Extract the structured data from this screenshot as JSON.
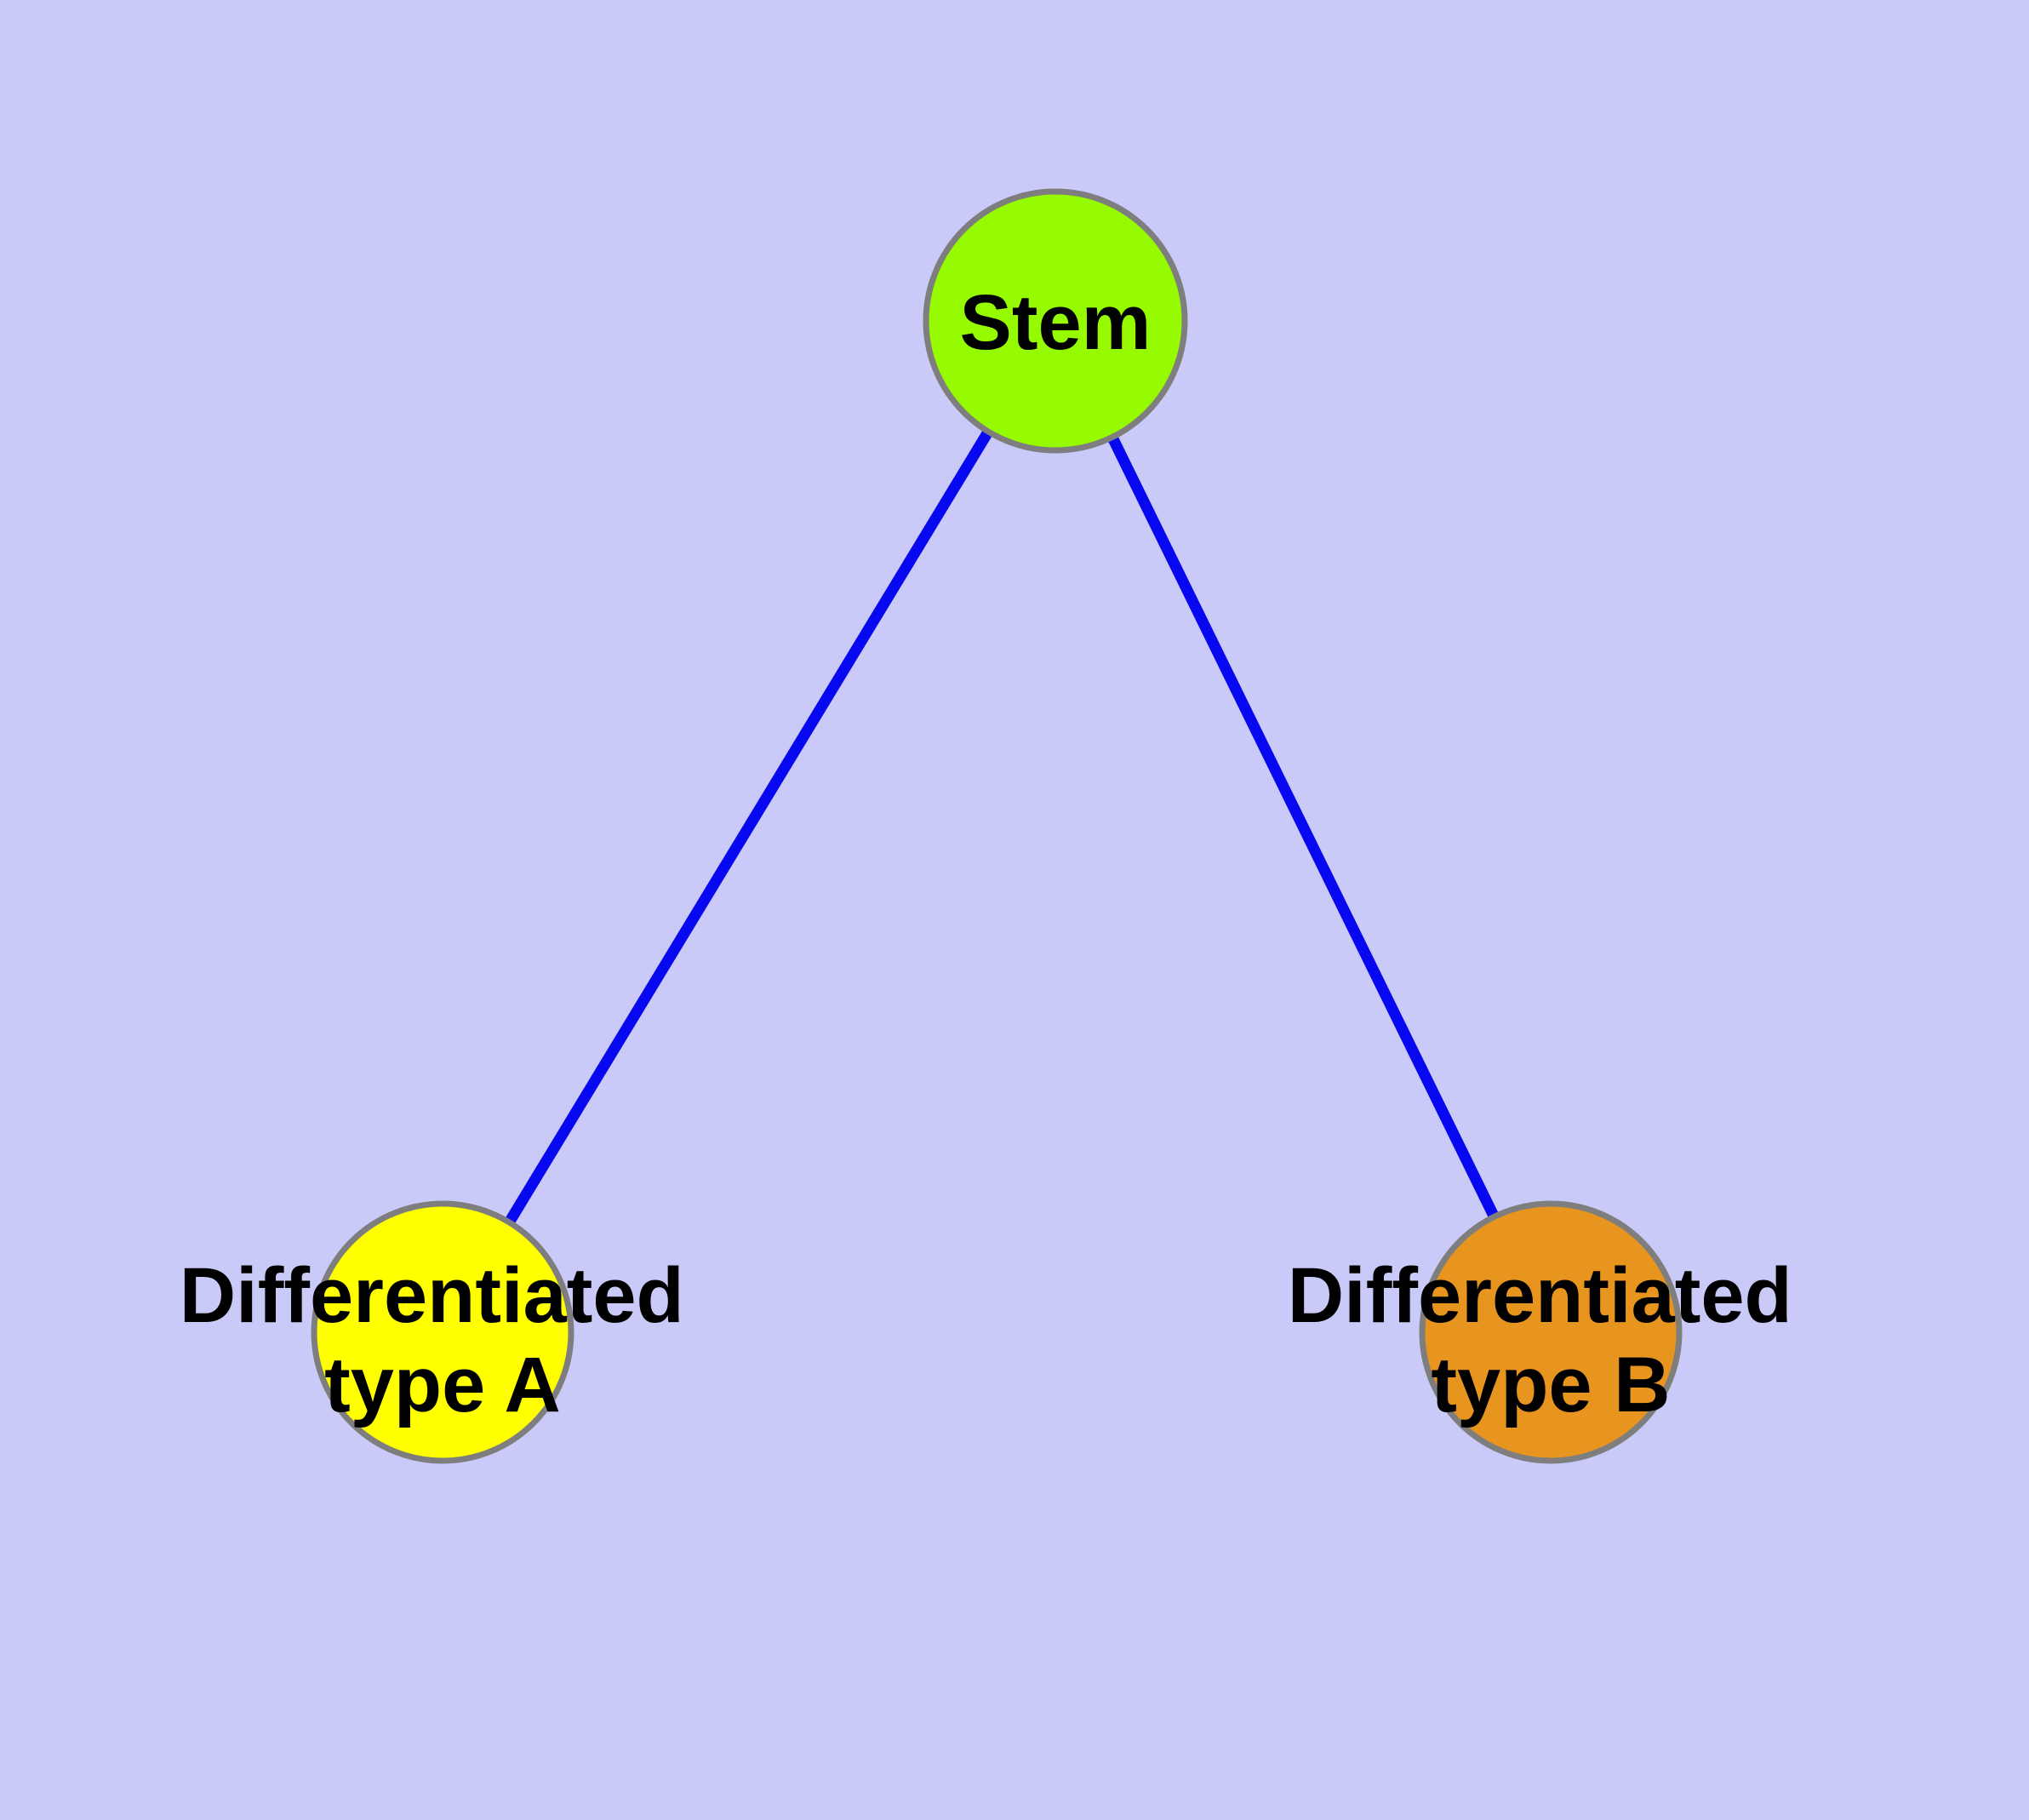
{
  "diagram": {
    "background_color": "#CACAF9",
    "edge_color": "#0808F0",
    "node_border_color": "#7E7E7E",
    "text_color": "#000000",
    "nodes": {
      "stem": {
        "label": "Stem",
        "fill": "#96FA00"
      },
      "type_a": {
        "label_line1": "Differentiated",
        "label_line2": "type A",
        "fill": "#FFFF00"
      },
      "type_b": {
        "label_line1": "Differentiated",
        "label_line2": "type B",
        "fill": "#E8951F"
      }
    },
    "edges": [
      {
        "from": "Stem",
        "to": "Differentiated type A"
      },
      {
        "from": "Stem",
        "to": "Differentiated type B"
      }
    ]
  }
}
